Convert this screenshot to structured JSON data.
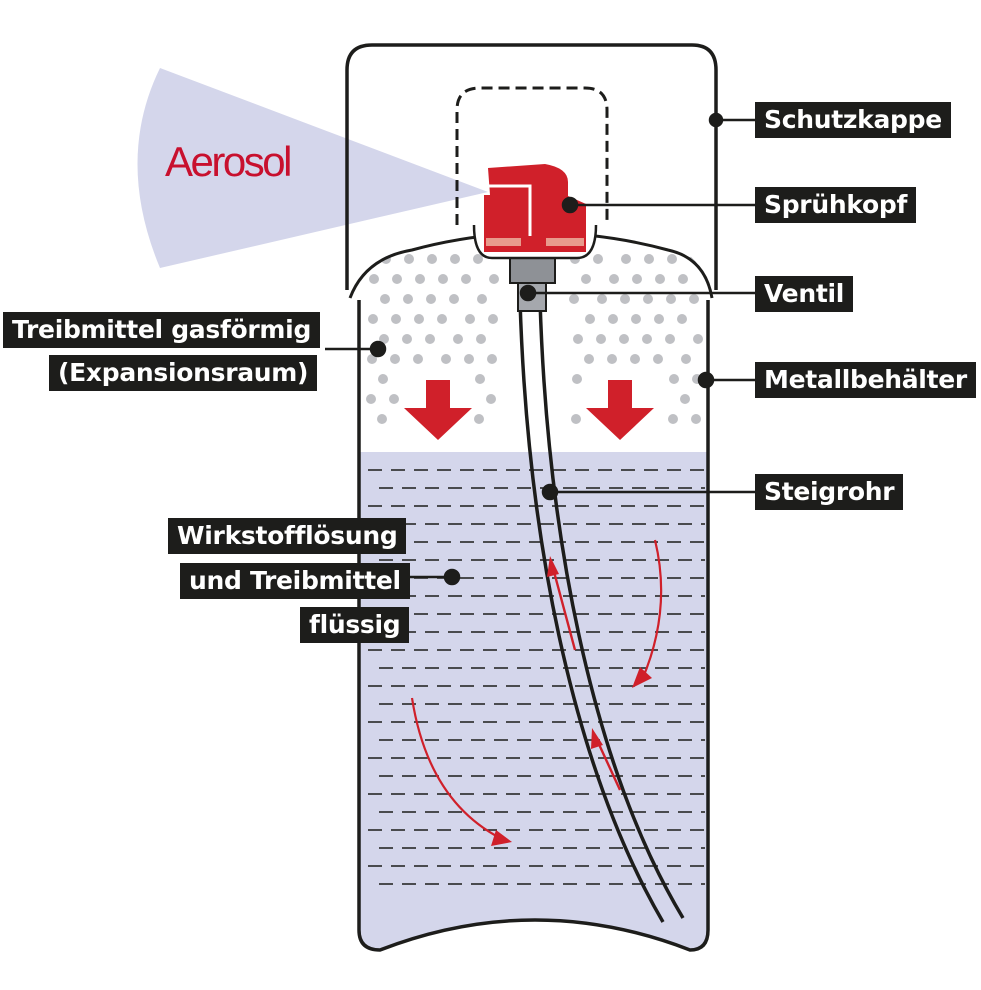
{
  "diagram": {
    "spray_label": "Aerosol",
    "labels": {
      "schutzkappe": "Schutzkappe",
      "spruehkopf": "Sprühkopf",
      "ventil": "Ventil",
      "metallbehaelter": "Metallbehälter",
      "steigrohr": "Steigrohr",
      "treibmittel_gas_line1": "Treibmittel gasförmig",
      "treibmittel_gas_line2": "(Expansionsraum)",
      "wirkstoff_line1": "Wirkstofflösung",
      "wirkstoff_line2": "und Treibmittel",
      "wirkstoff_line3": "flüssig"
    },
    "colors": {
      "outline": "#1d1d1b",
      "liquid": "#d4d6eb",
      "spray_cone": "#d4d6eb",
      "bubble": "#bfc0c4",
      "accent_red": "#d0202a",
      "nozzle_stripe": "#e89a8c"
    }
  }
}
